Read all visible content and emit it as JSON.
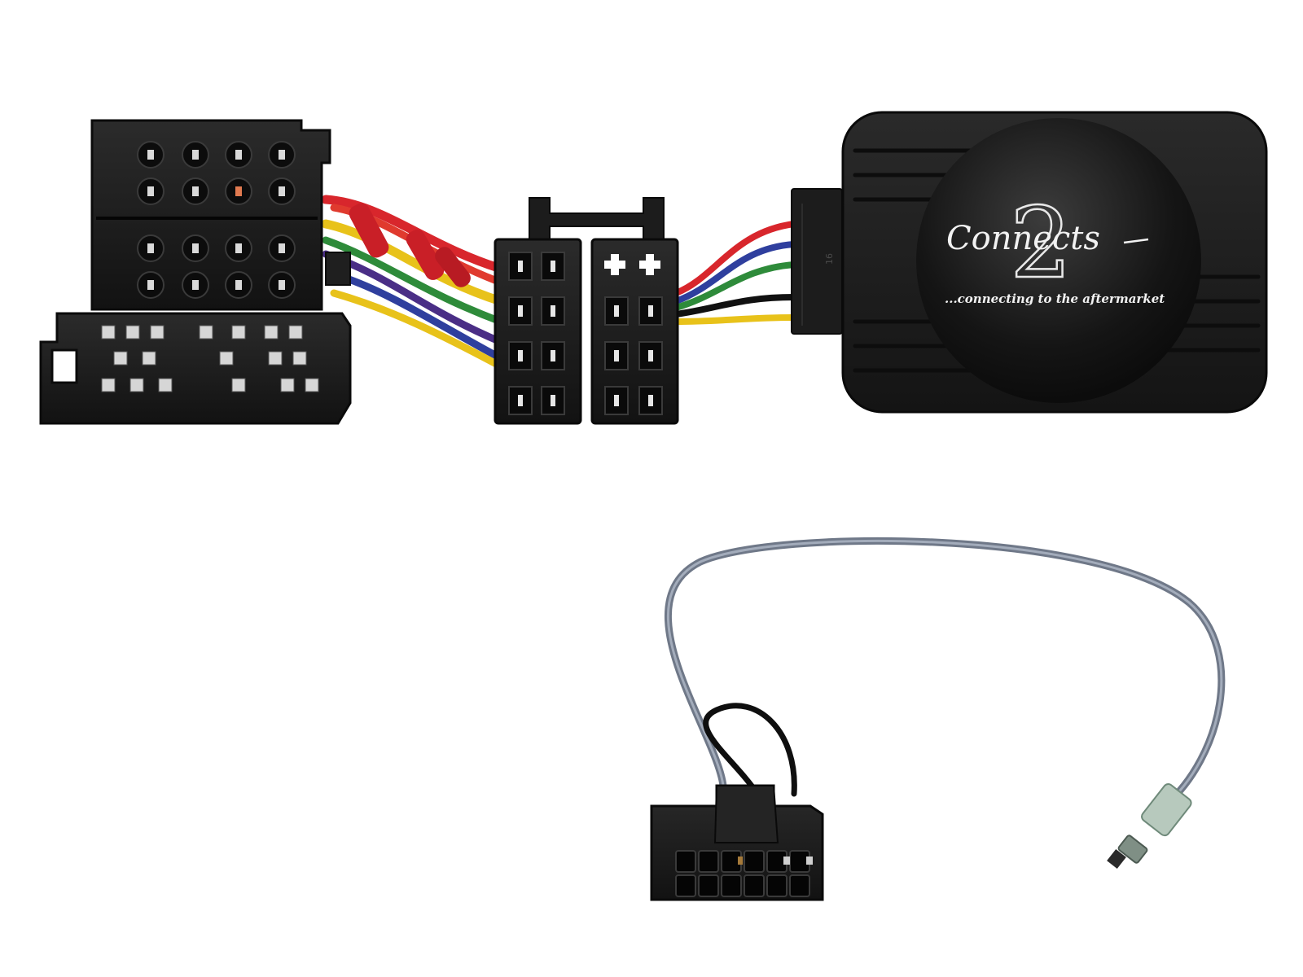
{
  "product": {
    "logo": {
      "brand_text": "Connects",
      "brand_numeral": "2",
      "tagline": "...connecting to the aftermarket"
    },
    "interface_box": {
      "port_marking": "16"
    }
  },
  "colors": {
    "background": "#ffffff",
    "plastic_black": "#1d1d1d",
    "box_body": "#222222",
    "wire_red": "#d8262c",
    "wire_yellow": "#e8c21a",
    "wire_green": "#2e8b3a",
    "wire_blue": "#2f3f9e",
    "wire_purple": "#4a2e86",
    "wire_black": "#111111",
    "lead_grey": "#8b95a5",
    "antenna_tip": "#9fb7a8"
  }
}
